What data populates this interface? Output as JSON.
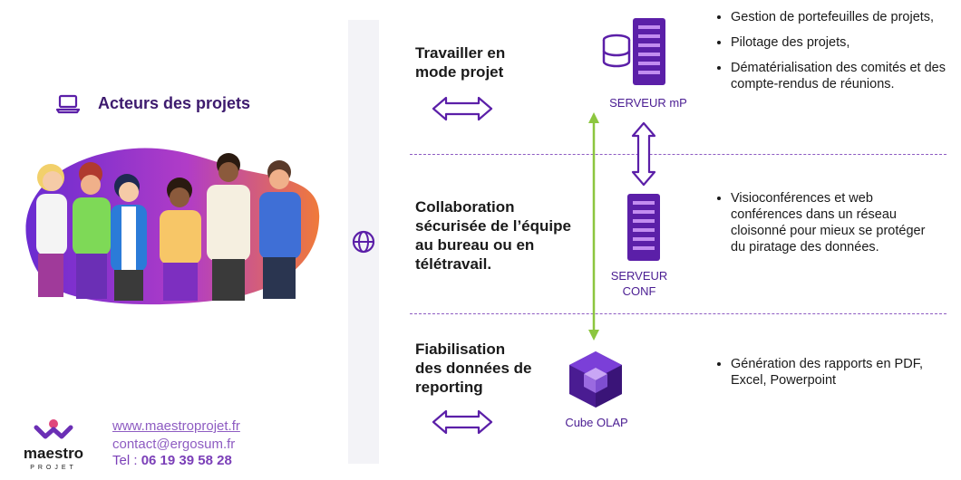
{
  "left_panel": {
    "title": "Acteurs des projets",
    "contact": {
      "url": "www.maestroprojet.fr",
      "email": "contact@ergosum.fr",
      "phone_prefix": "Tel : ",
      "phone": "06 19 39 58 28"
    },
    "logo": {
      "name": "maestro",
      "sub": "PROJET"
    }
  },
  "sections": [
    {
      "label": "Travailler en mode projet"
    },
    {
      "label": "Collaboration sécurisée de l’équipe au bureau ou en télétravail."
    },
    {
      "label": "Fiabilisation des données de reporting"
    }
  ],
  "servers": {
    "mp": "SERVEUR mP",
    "conf_line1": "SERVEUR",
    "conf_line2": "CONF",
    "olap": "Cube OLAP"
  },
  "bullets": {
    "group1": [
      "Gestion de portefeuilles de projets,",
      "Pilotage des projets,",
      "Dématérialisation des comités et des compte-rendus de réunions."
    ],
    "group2": [
      "Visioconférences et web conférences dans un réseau cloisonné pour mieux se protéger du piratage des données."
    ],
    "group3": [
      "Génération des rapports en PDF, Excel, Powerpoint"
    ]
  },
  "colors": {
    "brand_purple": "#5b1fa8",
    "dark_purple": "#3d1a6e",
    "green_line": "#8cc63f",
    "link_purple": "#8e5cc2"
  }
}
